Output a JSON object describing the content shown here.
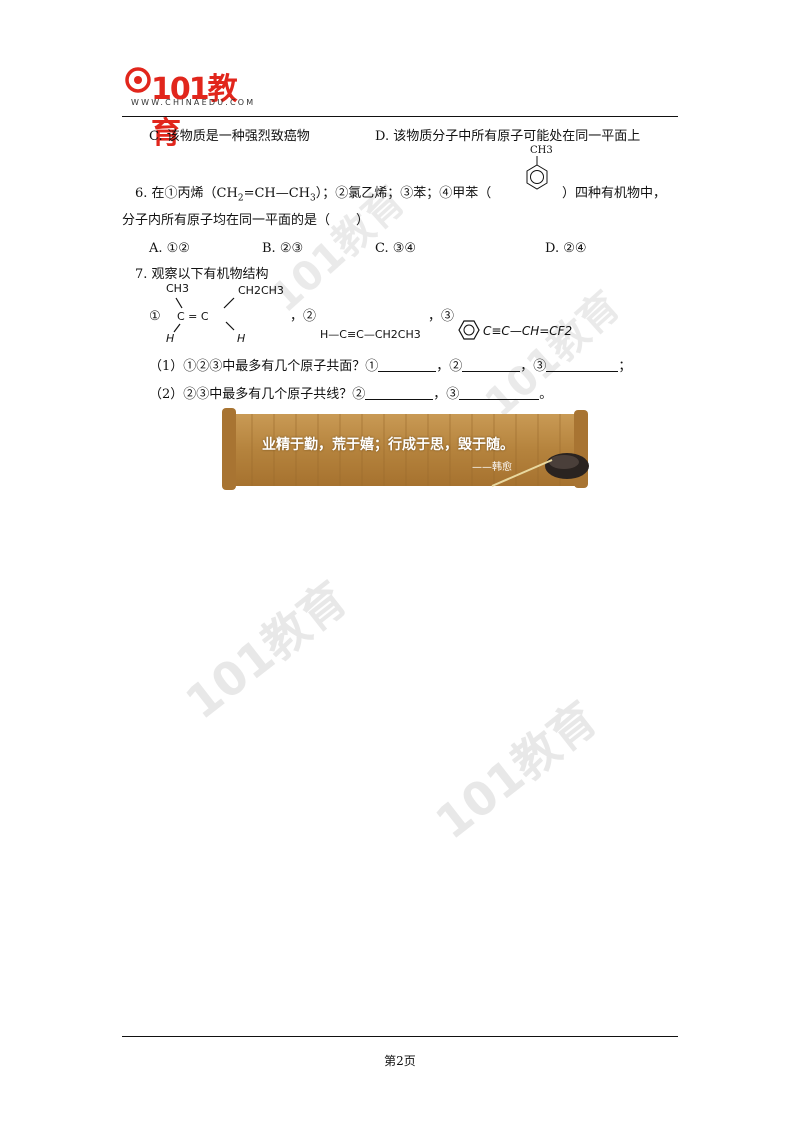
{
  "header": {
    "logo_text": "101教育",
    "logo_url": "WWW.CHINAEDU.COM"
  },
  "options_prev": {
    "c": "C. 该物质是一种强烈致癌物",
    "d": "D. 该物质分子中所有原子可能处在同一平面上"
  },
  "q6": {
    "ch3_label": "CH3",
    "line1_part1": "6. 在①丙烯（CH",
    "line1_sub": "2",
    "line1_part2": "=CH—CH",
    "line1_sub2": "3",
    "line1_part3": "）；②氯乙烯；③苯；④甲苯（",
    "line1_part4": "）四种有机物中，",
    "line2": "分子内所有原子均在同一平面的是（　　）",
    "options": [
      "A. ①②",
      "B. ②③",
      "C. ③④",
      "D. ②④"
    ]
  },
  "q7": {
    "stem": "7. 观察以下有机物结构",
    "s1_num": "①",
    "s1_ch3": "CH3",
    "s1_ch2ch3": "CH2CH3",
    "s1_cc": "C = C",
    "s1_h1": "H",
    "s1_h2": "H",
    "comma1": "，②",
    "s2_formula": "H—C≡C—CH2CH3",
    "comma2": "，③",
    "s3_formula": "C≡C—CH=CF2",
    "sub1_a": "（1）①②③中最多有几个原子共面？①",
    "sub1_b": "，②",
    "sub1_c": "，③",
    "sub1_d": "；",
    "sub2_a": "（2）②③中最多有几个原子共线？②",
    "sub2_b": "，③",
    "sub2_c": "。"
  },
  "banner": {
    "quote": "业精于勤，荒于嬉；行成于思，毁于随。",
    "author": "——韩愈"
  },
  "watermark": "101教育",
  "footer": {
    "page": "第2页"
  }
}
